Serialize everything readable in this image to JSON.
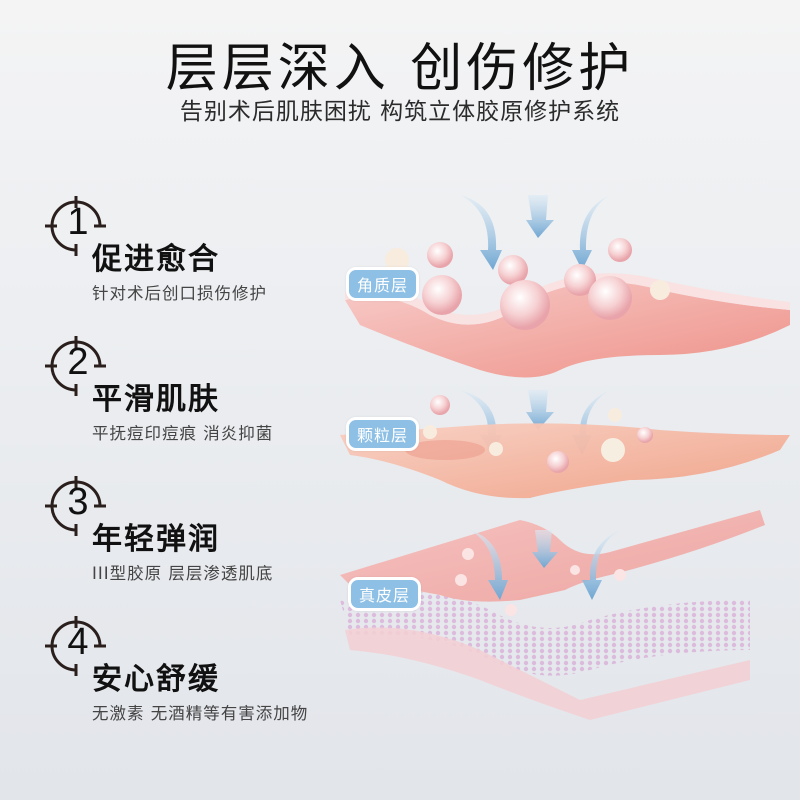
{
  "header": {
    "title": "层层深入  创伤修护",
    "subtitle": "告别术后肌肤困扰  构筑立体胶原修护系统"
  },
  "features": [
    {
      "number": "1",
      "title": "促进愈合",
      "description": "针对术后创口损伤修护"
    },
    {
      "number": "2",
      "title": "平滑肌肤",
      "description": "平抚痘印痘痕 消炎抑菌"
    },
    {
      "number": "3",
      "title": "年轻弹润",
      "description": "III型胶原 层层渗透肌底"
    },
    {
      "number": "4",
      "title": "安心舒缓",
      "description": "无激素 无酒精等有害添加物"
    }
  ],
  "illustration": {
    "layers": [
      {
        "label": "角质层"
      },
      {
        "label": "颗粒层"
      },
      {
        "label": "真皮层"
      }
    ],
    "colors": {
      "arrow": "#7fb2d8",
      "tag_bg": "#8ec0e6",
      "layer_top": "#f3b3ae",
      "layer_mid": "#f5b49c",
      "layer_bottom": "#efb5b8",
      "mesh": "#c9a9d8"
    }
  }
}
